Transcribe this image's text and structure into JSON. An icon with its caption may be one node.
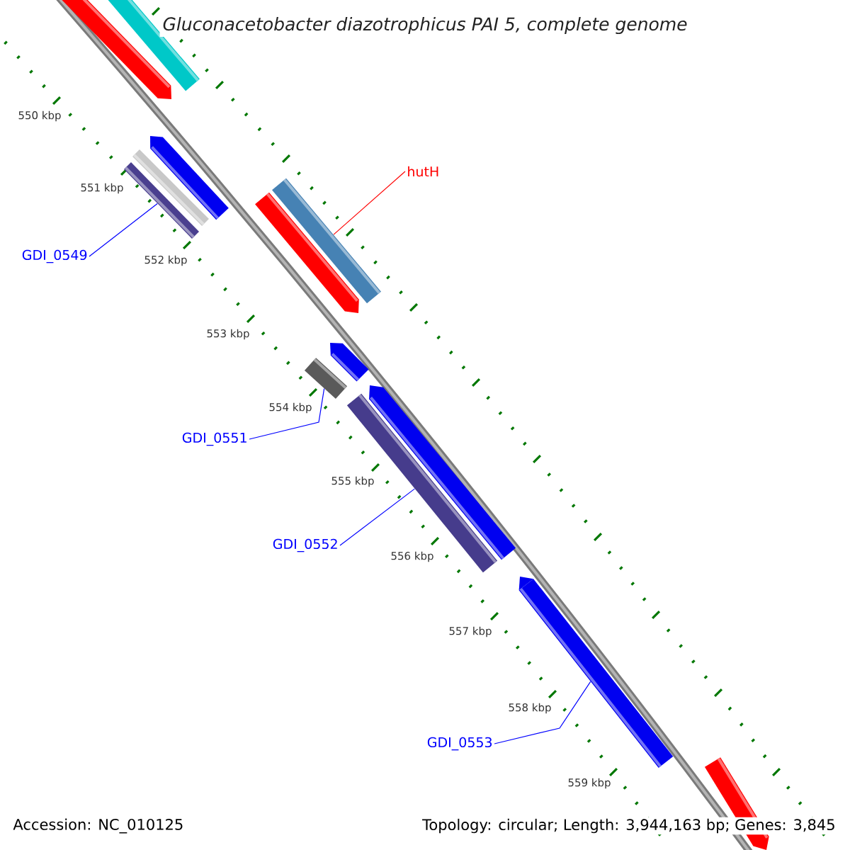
{
  "diagram": {
    "title": "Gluconacetobacter diazotrophicus PAI 5, complete genome",
    "nodes": [
      {
        "text": [
          "GDI_0549"
        ]
      },
      {
        "text": [],
        "shape": "bar"
      },
      {
        "text": [
          "hutH"
        ]
      },
      {
        "text": [],
        "shape": "bar"
      },
      {
        "text": [
          "GDI_0551"
        ]
      },
      {
        "text": [],
        "shape": "bar"
      },
      {
        "text": [
          "GDI_0552"
        ]
      },
      {
        "text": [],
        "shape": "bar"
      },
      {
        "text": [
          "GDI_0553"
        ]
      },
      {
        "text": [],
        "shape": "arrow"
      }
    ],
    "edges": [
      {
        "from": 0,
        "to": 1,
        "arrow": "none"
      },
      {
        "from": 2,
        "to": 3,
        "arrow": "none",
        "color": "#ff0000"
      },
      {
        "from": 4,
        "to": 5,
        "arrow": "none"
      },
      {
        "from": 6,
        "to": 7,
        "arrow": "none"
      },
      {
        "from": 8,
        "to": 9,
        "arrow": "none"
      }
    ],
    "labels": [
      "550 kbp",
      "551 kbp",
      "552 kbp",
      "553 kbp",
      "554 kbp",
      "555 kbp",
      "556 kbp",
      "557 kbp",
      "558 kbp",
      "559 kbp",
      "Accession: NC_010125",
      "Topology: circular; Length: 3,944,163 bp; Genes: 3,845"
    ]
  }
}
